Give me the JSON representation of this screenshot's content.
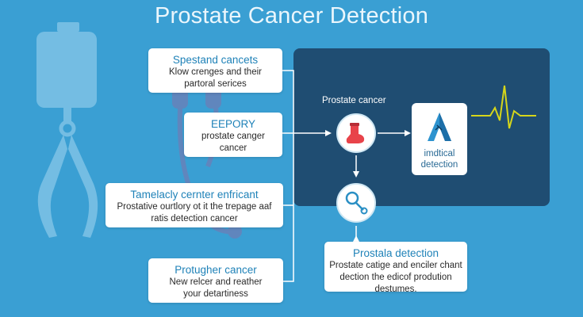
{
  "title": "Prostate Cancer Detection",
  "cards": [
    {
      "heading": "Spestand cancets",
      "line1": "Klow crenges and their",
      "line2": "partoral serices"
    },
    {
      "heading": "EEPORY",
      "line1": "prostate canger",
      "line2": "cancer"
    },
    {
      "heading": "Tamelacly cernter enfricant",
      "line1": "Prostative ourtlory ot it the trepage aaf",
      "line2": "ratis detection cancer"
    },
    {
      "heading": "Protugher cancer",
      "line1": "New relcer and reather",
      "line2": "your detartiness"
    }
  ],
  "panel": {
    "label": "Prostate cancer",
    "detect_line1": "imdtical",
    "detect_line2": "detection"
  },
  "bottom_card": {
    "heading": "Prostala detection",
    "line1": "Prostate catige and enciler chant",
    "line2": "dection the edicof prodution",
    "line3": "destumes."
  },
  "colors": {
    "background": "#3a9fd3",
    "panel": "#1f4d72",
    "accent": "#1f82b8",
    "pulse": "#d6d61a"
  }
}
